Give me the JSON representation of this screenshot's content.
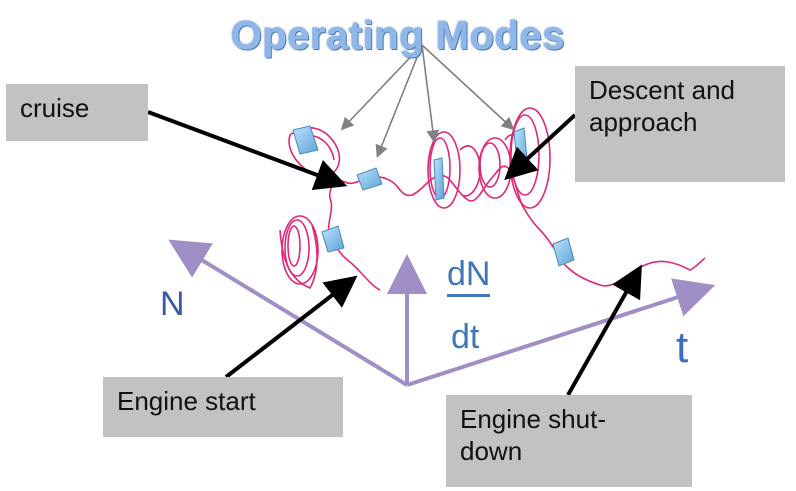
{
  "title": "Operating Modes",
  "labels": {
    "cruise": "cruise",
    "descent_line1": "Descent and",
    "descent_line2": "approach",
    "engine_start": "Engine start",
    "engine_shutdown_line1": "Engine shut-",
    "engine_shutdown_line2": "down"
  },
  "axes": {
    "n": "N",
    "t": "t",
    "derivative_numerator": "dN",
    "derivative_denominator": "dt"
  },
  "colors": {
    "axis": "#a08ec6",
    "trace": "#e0287a",
    "marker": "#79b7e6",
    "label_bg": "#c2c2c2"
  }
}
